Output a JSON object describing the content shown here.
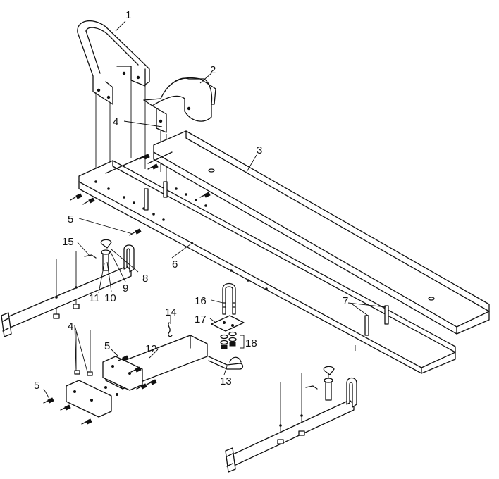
{
  "callouts": {
    "c1": "1",
    "c2": "2",
    "c3": "3",
    "c4a": "4",
    "c4b": "4",
    "c5a": "5",
    "c5b": "5",
    "c5c": "5",
    "c6": "6",
    "c7": "7",
    "c8": "8",
    "c9": "9",
    "c10": "10",
    "c11": "11",
    "c12": "12",
    "c13": "13",
    "c14": "14",
    "c15": "15",
    "c16": "16",
    "c17": "17",
    "c18": "18"
  }
}
